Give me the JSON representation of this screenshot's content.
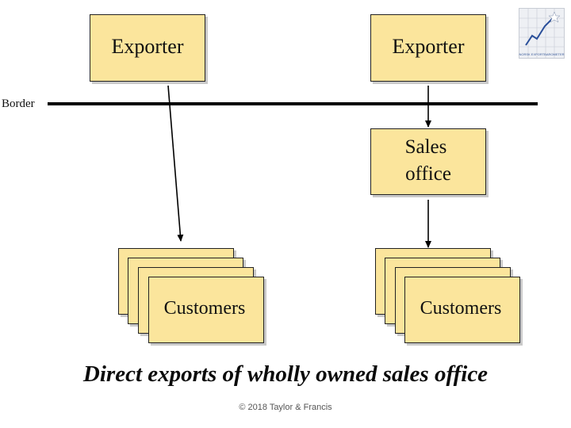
{
  "diagram": {
    "exporter_left": "Exporter",
    "exporter_right": "Exporter",
    "border_label": "Border",
    "sales_office_line1": "Sales",
    "sales_office_line2": "office",
    "customers_left": "Customers",
    "customers_right": "Customers",
    "caption": "Direct exports of wholly owned sales office",
    "copyright": "© 2018 Taylor & Francis",
    "logo_text": "NORSK EXPORTBAROMETER"
  },
  "colors": {
    "box_fill": "#fbe59c",
    "line": "#000000"
  }
}
